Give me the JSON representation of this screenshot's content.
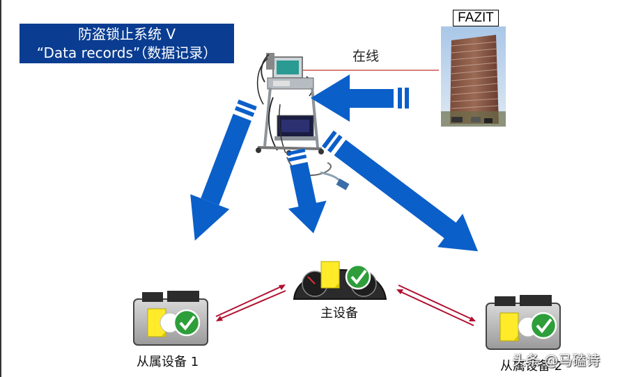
{
  "title": {
    "line1": "防盗锁止系统 V",
    "line2": "“Data records”（数据记录）"
  },
  "fazit_label": "FAZIT",
  "online_label": "在线",
  "master_label": "主设备",
  "slave1_label": "从属设备 1",
  "slave2_label": "从属设备 2",
  "watermark": "头条 @马磕诗",
  "colors": {
    "title_bg": "#0A3D91",
    "arrow_blue": "#0B5FC9",
    "exchange_red": "#B0102E",
    "check_green": "#2E9E3A",
    "doc_yellow": "#FFEB2A"
  }
}
